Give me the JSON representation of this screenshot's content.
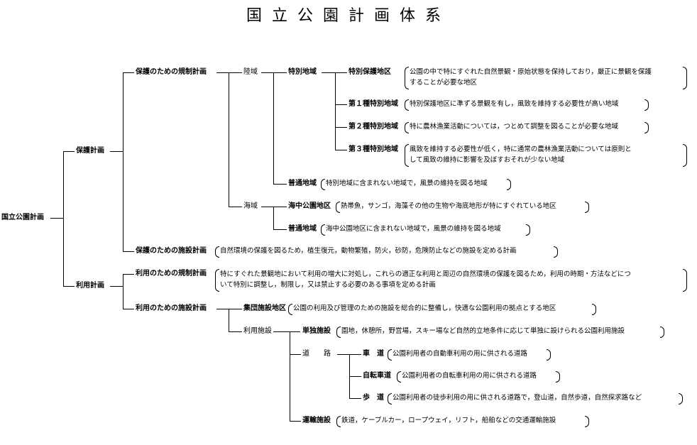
{
  "title": "国立公園計画体系",
  "root": "国立公園計画",
  "hogo_keikaku": "保護計画",
  "riyo_keikaku": "利用計画",
  "hogo_kisei": "保護のための規制計画",
  "hogo_shisetsu": "保護のための施設計画",
  "riyo_kisei": "利用のための規制計画",
  "riyo_shisetsu": "利用のための施設計画",
  "rikuiki": "陸域",
  "kaiiki": "海域",
  "tokubetsu_chiiki": "特別地域",
  "futsu_chiiki": "普通地域",
  "kaichu_koen": "海中公園地区",
  "futsu_chiiki_kai": "普通地域",
  "tokubetsu_hogo": "特別保護地区",
  "dai1": "第１種特別地域",
  "dai2": "第２種特別地域",
  "dai3": "第３種特別地域",
  "shudan_shisetsu": "集団施設地区",
  "riyo_shisetsu_node": "利用施設",
  "tandoku": "単独施設",
  "doro": "道　　路",
  "unyu": "運輸施設",
  "shado": "車　道",
  "jitenshado": "自転車道",
  "hodo": "歩　道",
  "desc": {
    "tokubetsu_hogo": [
      "公園の中で特にすぐれた自然景観・原始状態を保持しており，厳正に景観を保護",
      "することが必要な地区"
    ],
    "dai1": [
      "特別保護地区に準ずる景観を有し，風致を維持する必要性が高い地域"
    ],
    "dai2": [
      "特に農林漁業活動については，つとめて調整を図ることが必要な地域"
    ],
    "dai3": [
      "風致を維持する必要性が低く，特に通常の農林漁業活動については原則と",
      "して風致の維持に影響を及ぼすおそれが少ない地域"
    ],
    "futsu_chiiki": [
      "特別地域に含まれない地域で，風景の維持を図る地域"
    ],
    "kaichu_koen": [
      "熱帯魚，サンゴ，海藻その他の生物や海底地形が特にすぐれている地区"
    ],
    "futsu_chiiki_kai": [
      "海中公園地区に含まれない地域で，風景の維持を図る地域"
    ],
    "hogo_shisetsu": [
      "自然環境の保護を図るため，植生復元，動物繁殖，防火，砂防，危険防止などの施設を定める計画"
    ],
    "riyo_kisei": [
      "特にすぐれた景観地において利用の増大に対処し，これらの適正な利用と周辺の自然環境の保護を図るため，利用の時期・方法などにつ",
      "いて特別に調整し，制限し，又は禁止する必要のある事項を定める計画"
    ],
    "shudan_shisetsu": [
      "公園の利用及び管理のための施設を総合的に整備し，快適な公園利用の拠点とする地区"
    ],
    "tandoku": [
      "園地，休憩所，野営場，スキー場など自然的立地条件に応じて単独に設けられる公園利用施設"
    ],
    "shado": [
      "公園利用者の自動車利用の用に供される道路"
    ],
    "jitenshado": [
      "公園利用者の自転車利用の用に供される道路"
    ],
    "hodo": [
      "公園利用者の徒歩利用の用に供される道路で，登山道，自然歩道，自然探求路など"
    ],
    "unyu": [
      "鉄道，ケーブルカー，ロープウェイ，リフト，船舶などの交通運輸施設"
    ]
  }
}
